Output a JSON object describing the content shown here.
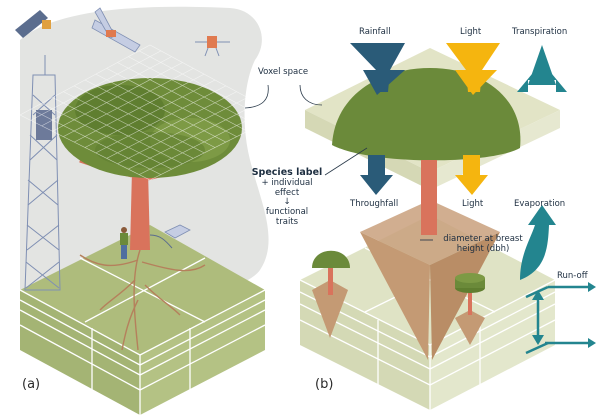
{
  "panels": {
    "a": {
      "label": "(a)"
    },
    "b": {
      "label": "(b)"
    }
  },
  "labels": {
    "voxel_space": "Voxel space",
    "species_label": "Species label",
    "individual_effect_1": "+ individual",
    "individual_effect_2": "effect",
    "arrow_down": "↓",
    "functional_traits_1": "functional",
    "functional_traits_2": "traits",
    "rainfall": "Rainfall",
    "light_top": "Light",
    "transpiration": "Transpiration",
    "throughfall": "Throughfall",
    "light_bottom": "Light",
    "evaporation": "Evaporation",
    "dbh_1": "diameter at breast",
    "dbh_2": "height (dbh)",
    "runoff": "Run-off"
  },
  "colors": {
    "rainfall": "#2a5b78",
    "light": "#f5b50f",
    "water": "#23858f",
    "canopy": "#6e8c3a",
    "trunk": "#d9735c",
    "soil_left": "#aebc7c",
    "soil_right": "#dfe3c5",
    "background_panel": "#e3e4e2",
    "roots": "#c8946b"
  }
}
